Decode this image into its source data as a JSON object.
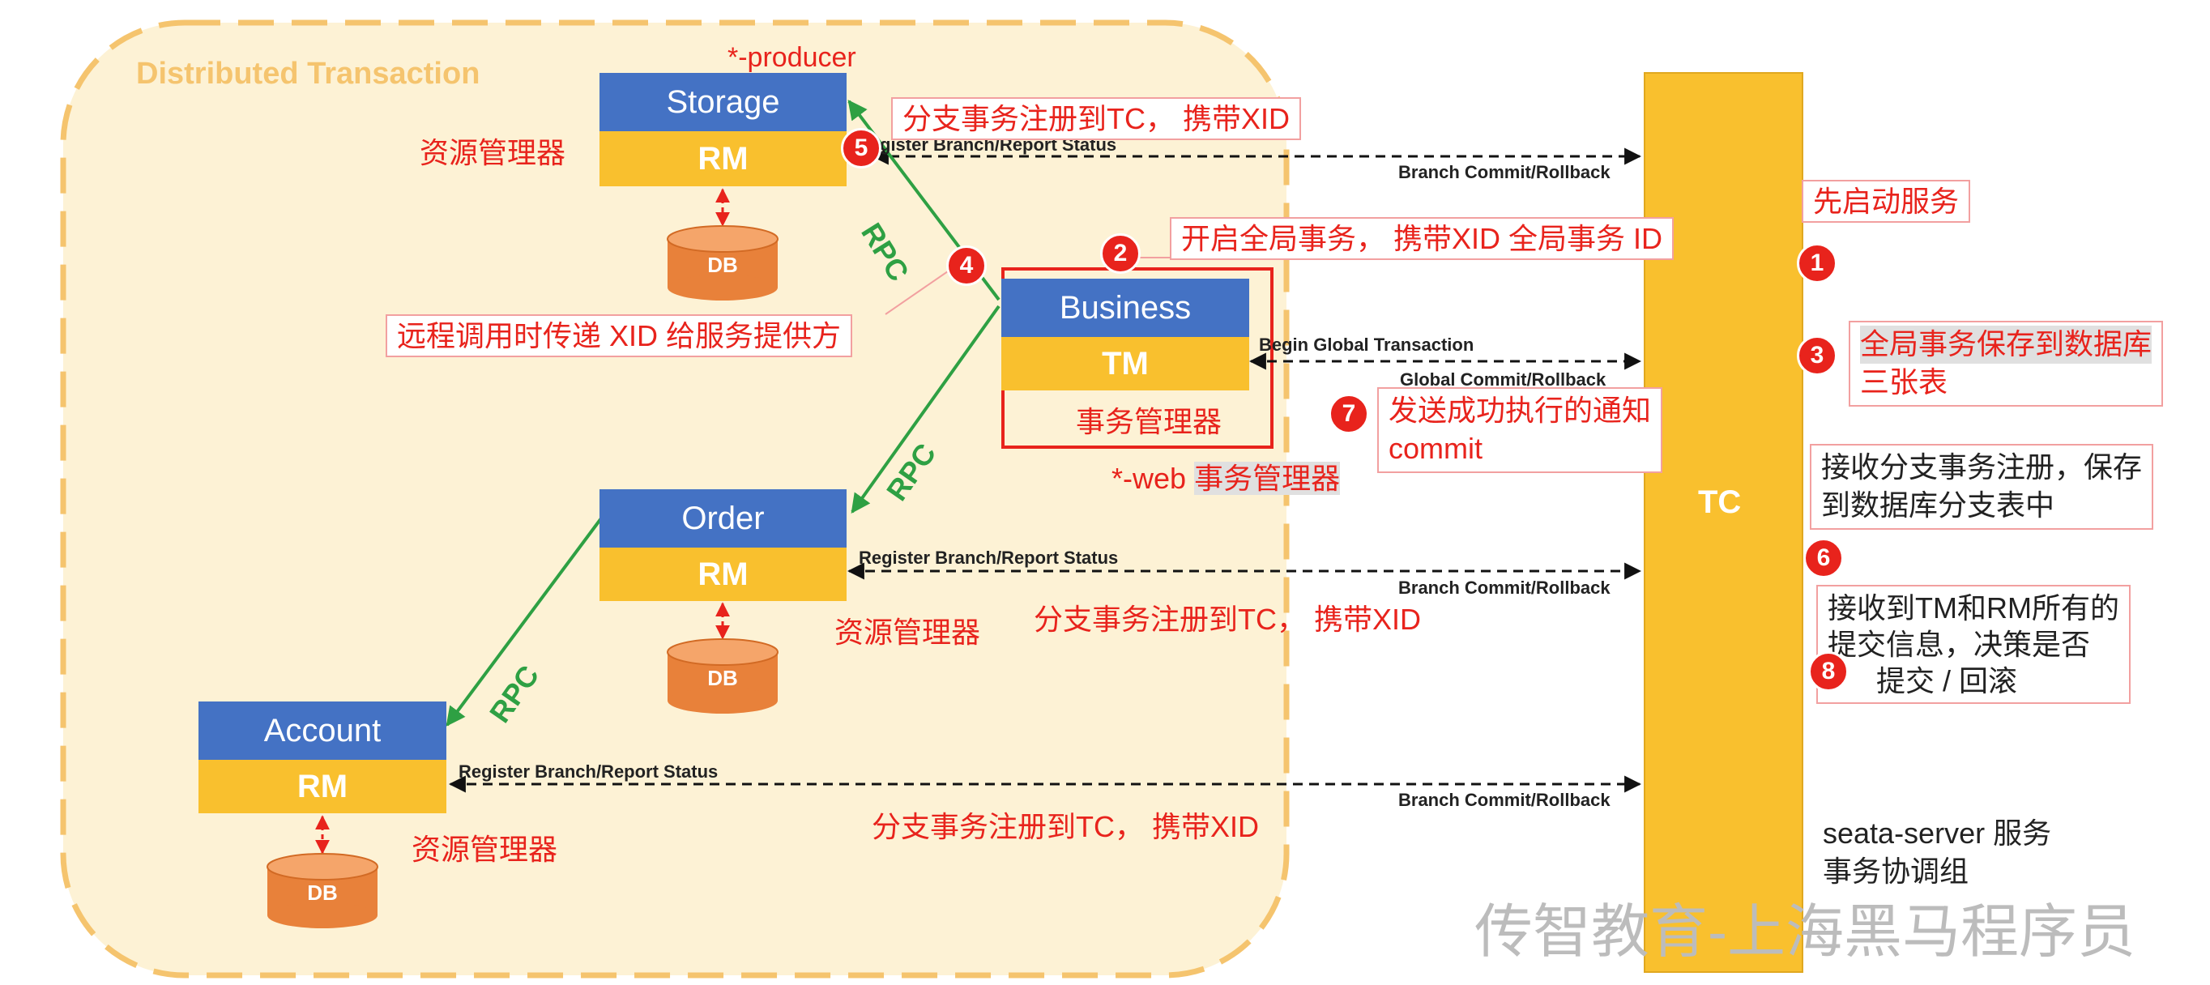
{
  "zone": {
    "title": "Distributed Transaction"
  },
  "services": {
    "storage": {
      "name": "Storage",
      "rm": "RM",
      "role": "资源管理器",
      "tag": "*-producer"
    },
    "business": {
      "name": "Business",
      "tm": "TM",
      "role": "事务管理器",
      "tag": "*-web",
      "tag_role": "事务管理器"
    },
    "order": {
      "name": "Order",
      "rm": "RM",
      "role": "资源管理器"
    },
    "account": {
      "name": "Account",
      "rm": "RM",
      "role": "资源管理器"
    }
  },
  "db_label": "DB",
  "tc_label": "TC",
  "rpc_label": "RPC",
  "arrows": {
    "register": "Register Branch/Report Status",
    "register_storage": "gister Branch/Report Status",
    "branch": "Branch Commit/Rollback",
    "begin": "Begin Global Transaction",
    "global": "Global Commit/Rollback"
  },
  "notes": {
    "storage_register": "分支事务注册到TC， 携带XID",
    "order_register": "分支事务注册到TC， 携带XID",
    "account_register": "分支事务注册到TC， 携带XID",
    "begin_global": "开启全局事务， 携带XID 全局事务 ID",
    "rpc_pass": "远程调用时传递 XID 给服务提供方",
    "notify_line1": "发送成功执行的通知",
    "notify_line2": "commit",
    "start_service": "先启动服务",
    "save_global_line1": "全局事务保存到数据库",
    "save_global_line2": "三张表",
    "recv_branch_line1": "接收分支事务注册，保存",
    "recv_branch_line2": "到数据库分支表中",
    "decide_line1": "接收到TM和RM所有的",
    "decide_line2": "提交信息，决策是否",
    "decide_line3": "提交 / 回滚",
    "server_line1": "seata-server 服务",
    "server_line2": "事务协调组"
  },
  "steps": [
    "1",
    "2",
    "3",
    "4",
    "5",
    "6",
    "7",
    "8"
  ],
  "watermark": "传智教育-上海黑马程序员",
  "colors": {
    "service_blue": "#4472c4",
    "rm_yellow": "#f9c02e",
    "tc_orange": "#f9c02e",
    "db_orange": "#e8813a",
    "zone_fill": "#fdf2d5",
    "zone_border": "#f5c46e",
    "rpc_green": "#2ea043",
    "note_red": "#e8231c"
  }
}
